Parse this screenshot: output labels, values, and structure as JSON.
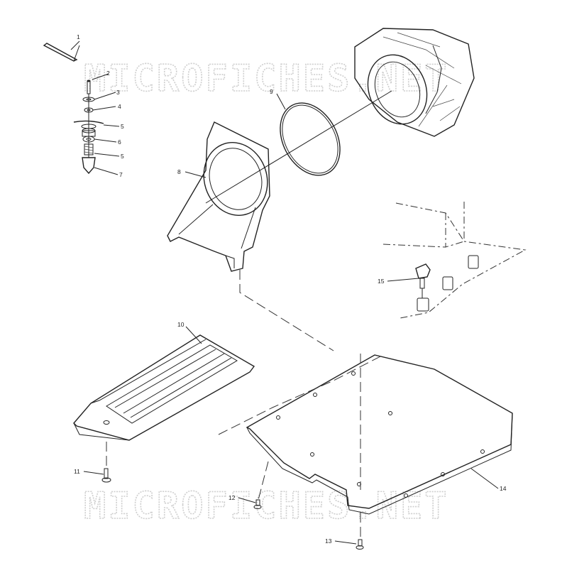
{
  "watermark": {
    "top_text": "MICROFICHES.NET",
    "bottom_text": "MICROFICHES.NET",
    "color": "#cfcfcf"
  },
  "callouts": {
    "c1": "1",
    "c2": "2",
    "c3": "3",
    "c4": "4",
    "c5a": "5",
    "c6": "6",
    "c5b": "5",
    "c7": "7",
    "c8": "8",
    "c9": "9",
    "c10": "10",
    "c11": "11",
    "c12": "12",
    "c13": "13",
    "c14": "14",
    "c15": "15"
  }
}
